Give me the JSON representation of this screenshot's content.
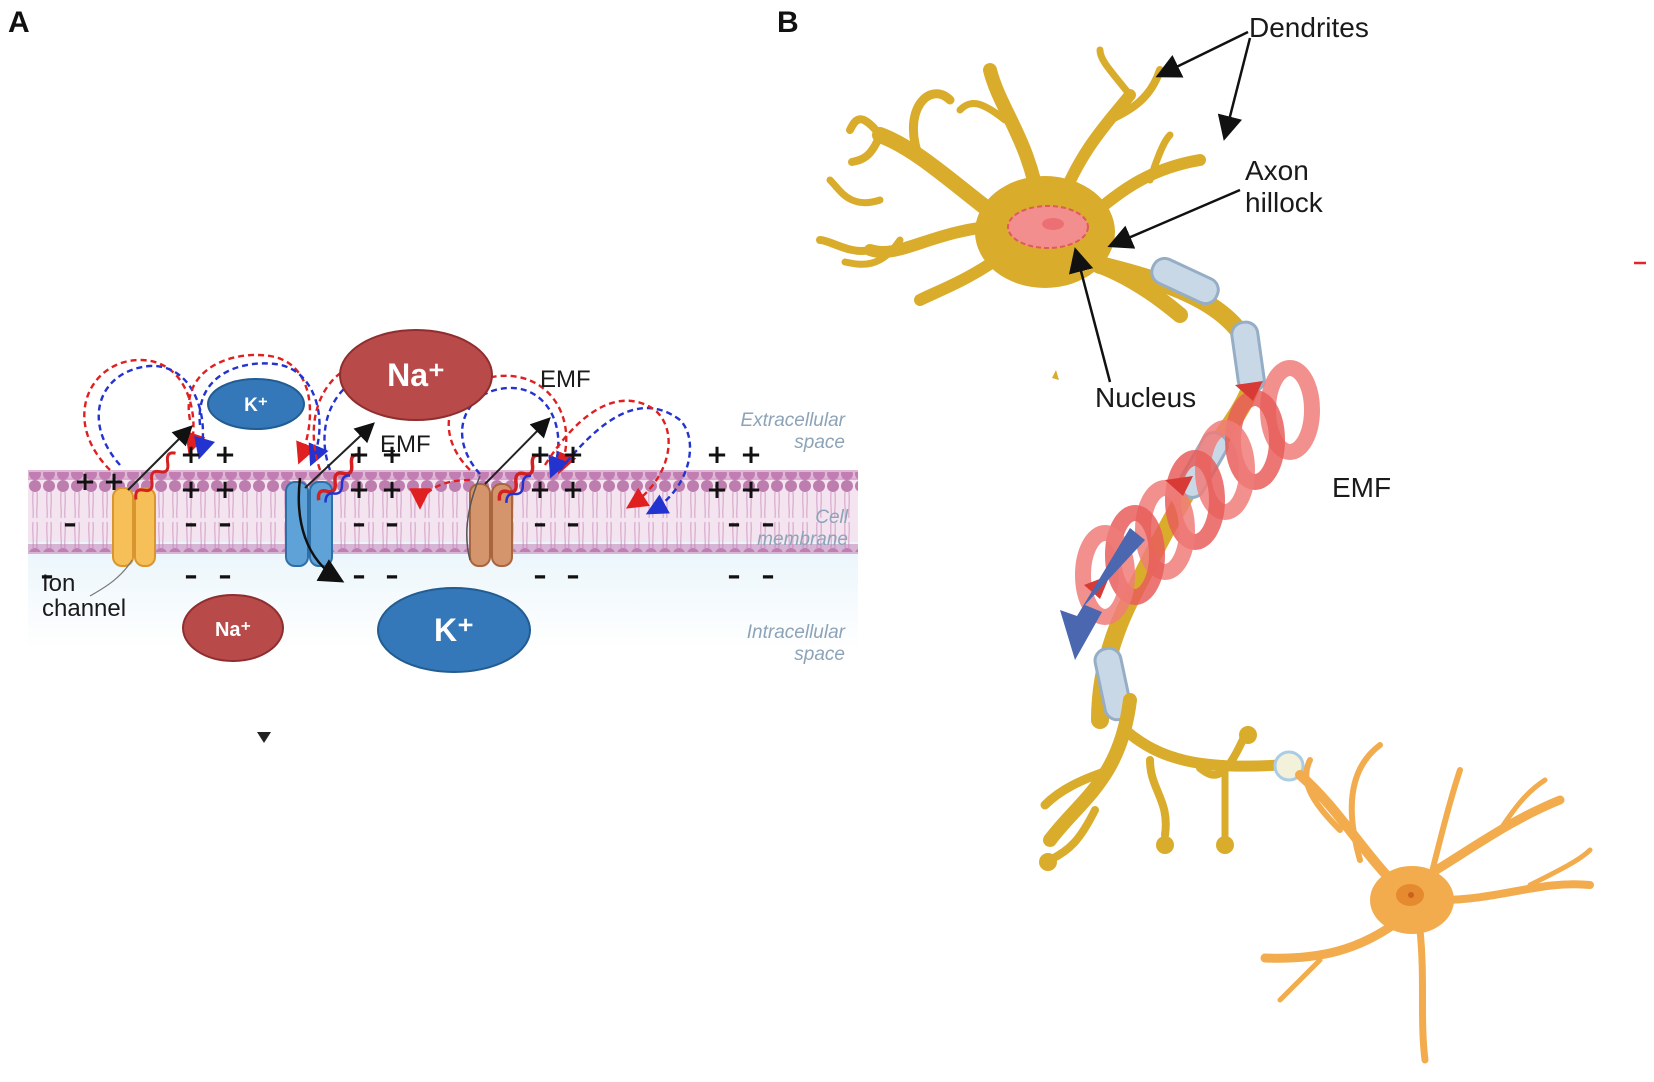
{
  "panels": {
    "a": "A",
    "b": "B"
  },
  "panel_a": {
    "ions": {
      "na_top": "Na⁺",
      "k_top": "K⁺",
      "na_bottom": "Na⁺",
      "k_bottom": "K⁺"
    },
    "emf_labels": [
      "EMF",
      "EMF"
    ],
    "extracellular": [
      "Extracellular",
      "space"
    ],
    "membrane": [
      "Cell",
      "membrane"
    ],
    "intracellular": [
      "Intracellular",
      "space"
    ],
    "ion_channel": [
      "Ion",
      "channel"
    ],
    "plus": "+",
    "minus": "–"
  },
  "panel_b": {
    "dendrites": "Dendrites",
    "axon_hillock": [
      "Axon",
      "hillock"
    ],
    "nucleus": "Nucleus",
    "emf": "EMF"
  },
  "colors": {
    "neuron": "#d9ac2c",
    "neuron2": "#f2ac4d",
    "na": "#b84a4a",
    "k": "#3478b9",
    "emf_red": "#e5544f",
    "emf_blue": "#3b5ca8",
    "myelin": "#a9bfd3",
    "membrane": "#cf8fbe"
  }
}
